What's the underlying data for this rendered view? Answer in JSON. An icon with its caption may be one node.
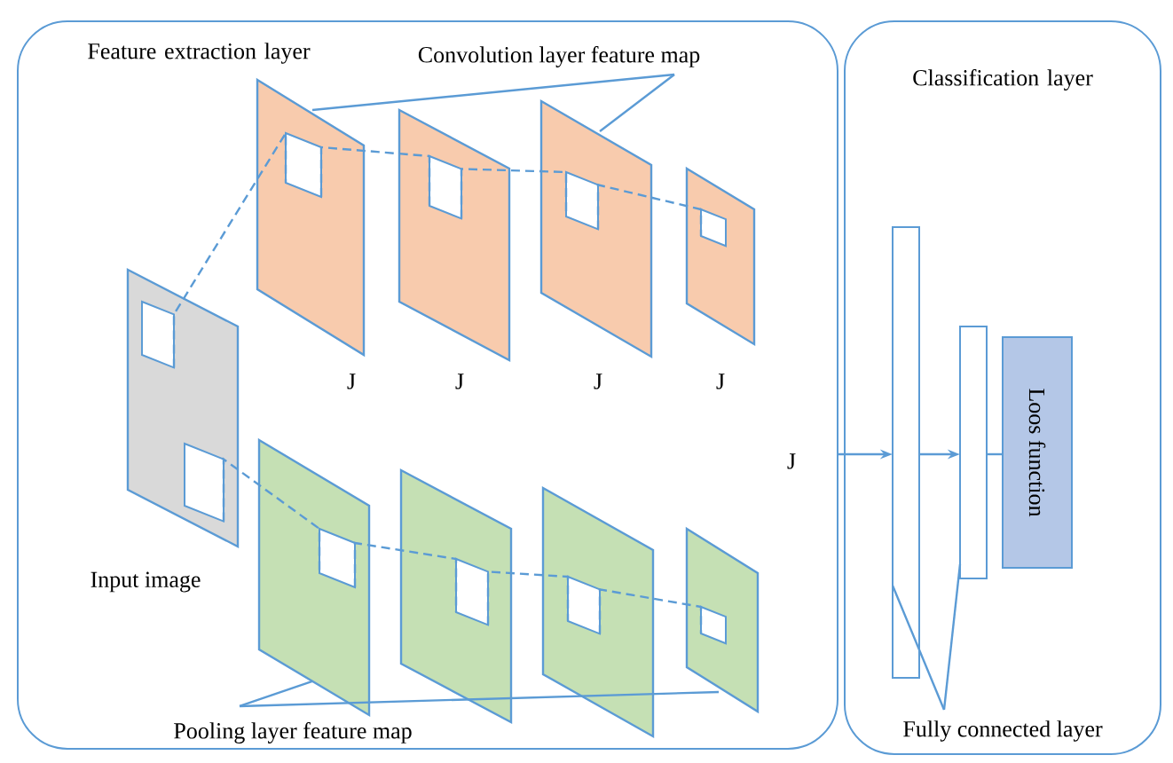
{
  "diagram": {
    "nodes": [
      {
        "text": [
          "Feature extraction layer"
        ]
      },
      {
        "text": [
          "Classification layer"
        ]
      },
      {
        "text": [],
        "shape": "box",
        "in": 0,
        "beside": [
          "Input image"
        ]
      },
      {
        "text": [],
        "shape": "box",
        "in": 0
      },
      {
        "text": [],
        "shape": "box",
        "in": 0
      },
      {
        "text": [],
        "shape": "box",
        "in": 0
      },
      {
        "text": [],
        "shape": "box",
        "in": 0
      },
      {
        "text": [],
        "shape": "box",
        "in": 0
      },
      {
        "text": [],
        "shape": "box",
        "in": 0
      },
      {
        "text": [],
        "shape": "box",
        "in": 0
      },
      {
        "text": [],
        "shape": "box",
        "in": 0
      },
      {
        "text": [
          "Convolution layer feature map"
        ],
        "in": 0
      },
      {
        "text": [
          "Pooling layer feature map"
        ],
        "in": 0
      },
      {
        "text": [],
        "shape": "bar",
        "in": 1
      },
      {
        "text": [],
        "shape": "bar",
        "in": 1
      },
      {
        "text": [
          "Loos function"
        ],
        "in": 1
      },
      {
        "text": [
          "Fully connected layer"
        ],
        "in": 1
      },
      {
        "text": [],
        "shape": "box",
        "in": 2
      },
      {
        "text": [],
        "shape": "box",
        "in": 2
      },
      {
        "text": [],
        "shape": "box",
        "in": 3
      },
      {
        "text": [],
        "shape": "box",
        "in": 4
      },
      {
        "text": [],
        "shape": "box",
        "in": 5
      },
      {
        "text": [],
        "shape": "box",
        "in": 6
      },
      {
        "text": [],
        "shape": "box",
        "in": 7
      },
      {
        "text": [],
        "shape": "box",
        "in": 8
      },
      {
        "text": [],
        "shape": "box",
        "in": 9
      },
      {
        "text": [],
        "shape": "box",
        "in": 10
      }
    ],
    "edges": [
      {
        "from": 11,
        "to": 3,
        "arrow": "none"
      },
      {
        "from": 11,
        "to": 5,
        "arrow": "none"
      },
      {
        "from": 12,
        "to": 7,
        "arrow": "none"
      },
      {
        "from": 12,
        "to": 10,
        "arrow": "none"
      },
      {
        "from": 16,
        "to": 13,
        "arrow": "none"
      },
      {
        "from": 16,
        "to": 14,
        "arrow": "none"
      },
      {
        "from": 0,
        "to": 13,
        "arrow": "to"
      },
      {
        "from": 13,
        "to": 14,
        "arrow": "to"
      },
      {
        "from": 14,
        "to": 15,
        "arrow": "none"
      },
      {
        "from": 17,
        "to": 19,
        "arrow": "none",
        "style": "dashed"
      },
      {
        "from": 19,
        "to": 20,
        "arrow": "none",
        "style": "dashed"
      },
      {
        "from": 20,
        "to": 21,
        "arrow": "none",
        "style": "dashed"
      },
      {
        "from": 21,
        "to": 22,
        "arrow": "none",
        "style": "dashed"
      },
      {
        "from": 18,
        "to": 23,
        "arrow": "none",
        "style": "dashed"
      },
      {
        "from": 23,
        "to": 24,
        "arrow": "none",
        "style": "dashed"
      },
      {
        "from": 24,
        "to": 25,
        "arrow": "none",
        "style": "dashed"
      },
      {
        "from": 25,
        "to": 26,
        "arrow": "none",
        "style": "dashed"
      }
    ],
    "labels": [
      "J",
      "J",
      "J",
      "J",
      "J"
    ]
  }
}
